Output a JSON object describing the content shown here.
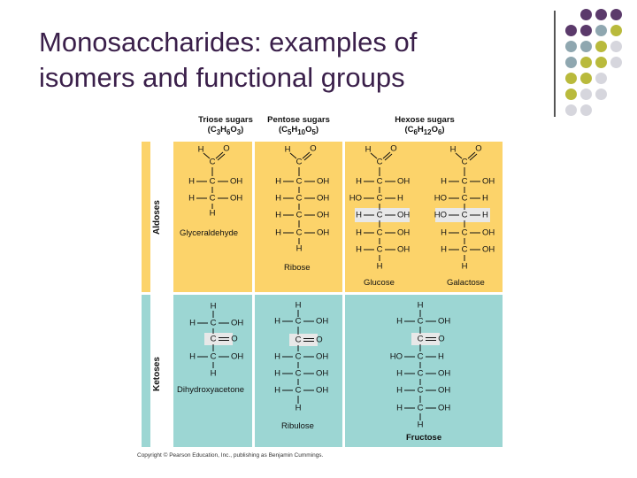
{
  "title_line1": "Monosaccharides: examples of",
  "title_line2": "isomers and functional groups",
  "dot_colors": [
    "#5b3a6b",
    "#8fa7b0",
    "#b9ba3c",
    "#d6d6dd"
  ],
  "headers": {
    "triose": {
      "line1": "Triose sugars",
      "line2": "(C3H6O3)"
    },
    "pentose": {
      "line1": "Pentose sugars",
      "line2": "(C5H10O5)"
    },
    "hexose": {
      "line1": "Hexose sugars",
      "line2": "(C6H12O6)"
    }
  },
  "row_labels": {
    "aldoses": "Aldoses",
    "ketoses": "Ketoses"
  },
  "names": {
    "glyceraldehyde": "Glyceraldehyde",
    "ribose": "Ribose",
    "glucose": "Glucose",
    "galactose": "Galactose",
    "dihydroxyacetone": "Dihydroxyacetone",
    "ribulose": "Ribulose",
    "fructose": "Fructose"
  },
  "atoms": {
    "H": "H",
    "C": "C",
    "O": "O",
    "OH": "OH",
    "HO": "HO"
  },
  "caption": "Copyright © Pearson Education, Inc., publishing as Benjamin Cummings."
}
